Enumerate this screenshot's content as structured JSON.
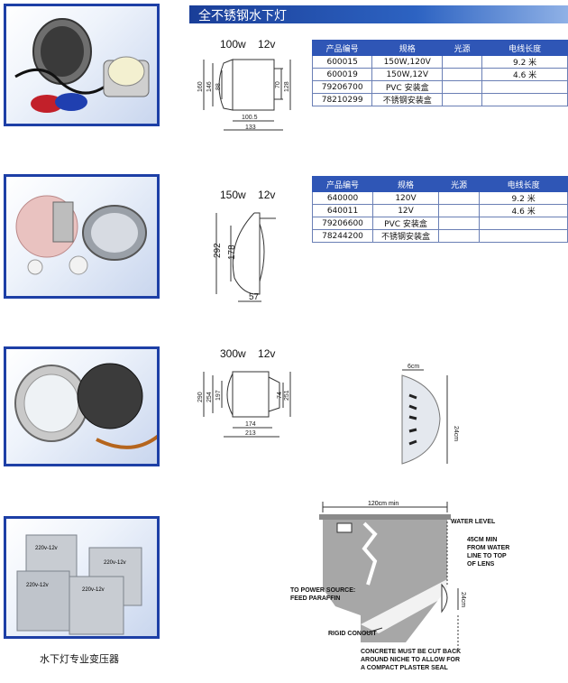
{
  "page_title": "全不锈钢水下灯",
  "table_headers": [
    "产品编号",
    "规格",
    "光源",
    "电线长度"
  ],
  "products": [
    {
      "spec_label": "100w    12v",
      "dims": [
        "160",
        "146",
        "88",
        "100.5",
        "133",
        "70",
        "128"
      ],
      "rows": [
        [
          "600015",
          "150W,120V",
          "",
          "9.2 米"
        ],
        [
          "600019",
          "150W,12V",
          "",
          "4.6 米"
        ],
        [
          "79206700",
          "PVC 安装盒",
          "",
          ""
        ],
        [
          "78210299",
          "不锈钢安装盒",
          "",
          ""
        ]
      ]
    },
    {
      "spec_label": "150w    12v",
      "dims": [
        "292",
        "178",
        "57"
      ],
      "rows": [
        [
          "640000",
          "120V",
          "",
          "9.2 米"
        ],
        [
          "640011",
          "12V",
          "",
          "4.6 米"
        ],
        [
          "79206600",
          "PVC 安装盒",
          "",
          ""
        ],
        [
          "78244200",
          "不锈钢安装盒",
          "",
          ""
        ]
      ]
    },
    {
      "spec_label": "300w    12v",
      "dims": [
        "290",
        "254",
        "197",
        "174",
        "213",
        "74",
        "251"
      ],
      "side_dims": [
        "6cm",
        "24cm"
      ]
    }
  ],
  "transformer": {
    "caption": "水下灯专业变压器",
    "box_labels": [
      "220v-12v",
      "220v-12v",
      "220v-12v",
      "220v-12v"
    ]
  },
  "installation": {
    "width_label": "120cm min",
    "water_level": "WATER LEVEL",
    "depth_note": [
      "45CM MIN",
      "FROM WATER",
      "LINE TO TOP",
      "OF LENS"
    ],
    "power_note": [
      "TO POWER SOURCE:",
      "FEED PARAFFIN"
    ],
    "conduit": "RIGID CONOUIT",
    "niche_size": "24cm",
    "concrete_note": [
      "CONCRETE MUST BE CUT BACK",
      "AROUND NICHE TO ALLOW FOR",
      "A COMPACT PLASTER SEAL"
    ]
  },
  "colors": {
    "banner": "#1a3e98",
    "table_header": "#2f56b6",
    "photo_frame": "#1d3fa6"
  }
}
